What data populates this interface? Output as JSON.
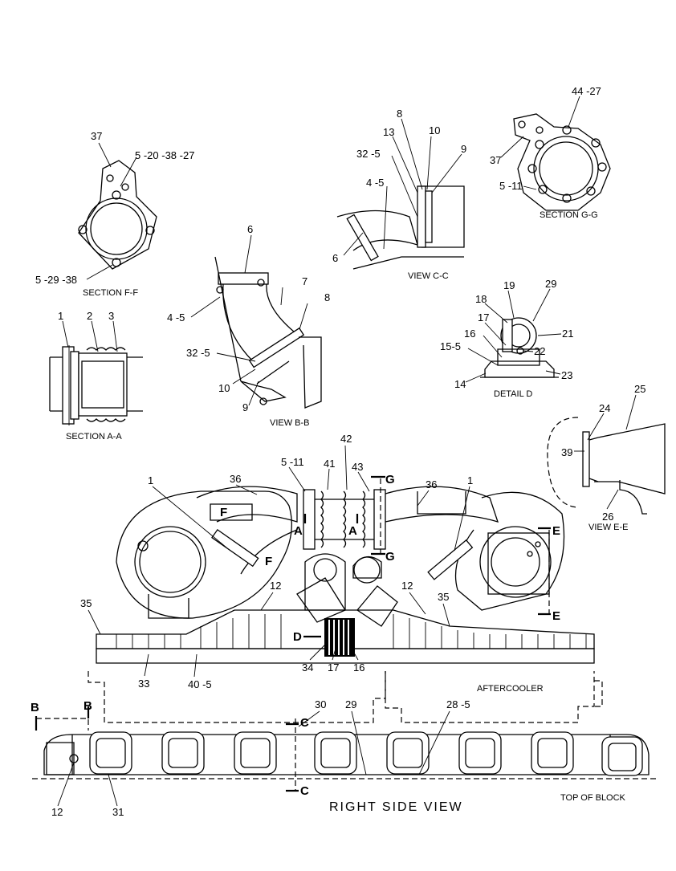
{
  "sections": {
    "ff": {
      "title": "SECTION F-F",
      "labels": [
        "37",
        "5 -20 -38 -27",
        "5 -29 -38"
      ]
    },
    "aa": {
      "title": "SECTION A-A",
      "labels": [
        "1",
        "2",
        "3"
      ]
    },
    "bb": {
      "title": "VIEW B-B",
      "labels": [
        "6",
        "7",
        "8",
        "4 -5",
        "32 -5",
        "10",
        "9"
      ]
    },
    "cc": {
      "title": "VIEW C-C",
      "labels": [
        "8",
        "13",
        "10",
        "9",
        "32 -5",
        "4 -5",
        "6"
      ]
    },
    "gg": {
      "title": "SECTION G-G",
      "labels": [
        "44 -27",
        "37",
        "5 -11"
      ]
    },
    "d": {
      "title": "DETAIL D",
      "labels": [
        "19",
        "29",
        "18",
        "17",
        "21",
        "16",
        "22",
        "15-5",
        "23",
        "14"
      ]
    },
    "ee": {
      "title": "VIEW E-E",
      "labels": [
        "25",
        "24",
        "39",
        "26"
      ]
    }
  },
  "main": {
    "top_labels": [
      "5 -11",
      "41",
      "42",
      "43",
      "1",
      "36",
      "36",
      "1"
    ],
    "cut_letters": [
      "G",
      "G",
      "A",
      "A",
      "F",
      "F",
      "E",
      "E",
      "D",
      "C",
      "C",
      "B",
      "B"
    ],
    "middle_labels": [
      "12",
      "12",
      "35",
      "35",
      "34",
      "17",
      "16",
      "33",
      "40 -5"
    ],
    "aftercooler": "AFTERCOOLER",
    "bottom_labels": [
      "30",
      "29",
      "28 -5",
      "12",
      "31"
    ],
    "right_side_view": "RIGHT SIDE VIEW",
    "top_of_block": "TOP OF BLOCK"
  }
}
